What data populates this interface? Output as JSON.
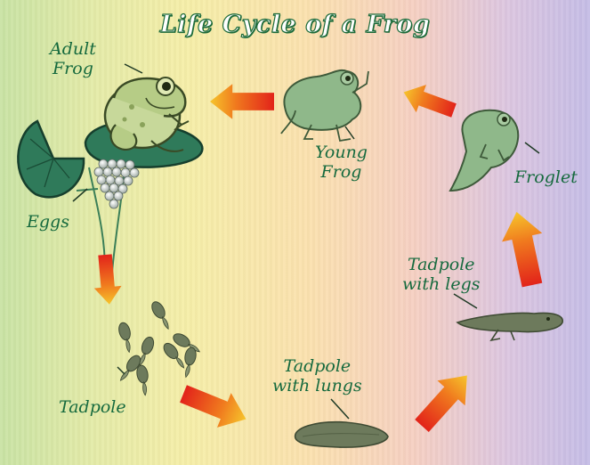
{
  "title": "Life Cycle of a Frog",
  "stages": {
    "adult_frog": [
      "Adult",
      "Frog"
    ],
    "eggs": "Eggs",
    "tadpole": "Tadpole",
    "tadpole_with_lungs": [
      "Tadpole",
      "with lungs"
    ],
    "tadpole_with_legs": [
      "Tadpole",
      "with legs"
    ],
    "froglet": "Froglet",
    "young_frog": [
      "Young",
      "Frog"
    ]
  },
  "colors": {
    "label_text": "#166a3e",
    "frog_body": "#8fb88a",
    "tadpole": "#6d7a5c",
    "lily_pad": "#2f7a5a",
    "arrow_start": "#e2231a",
    "arrow_end": "#f6c52c"
  }
}
